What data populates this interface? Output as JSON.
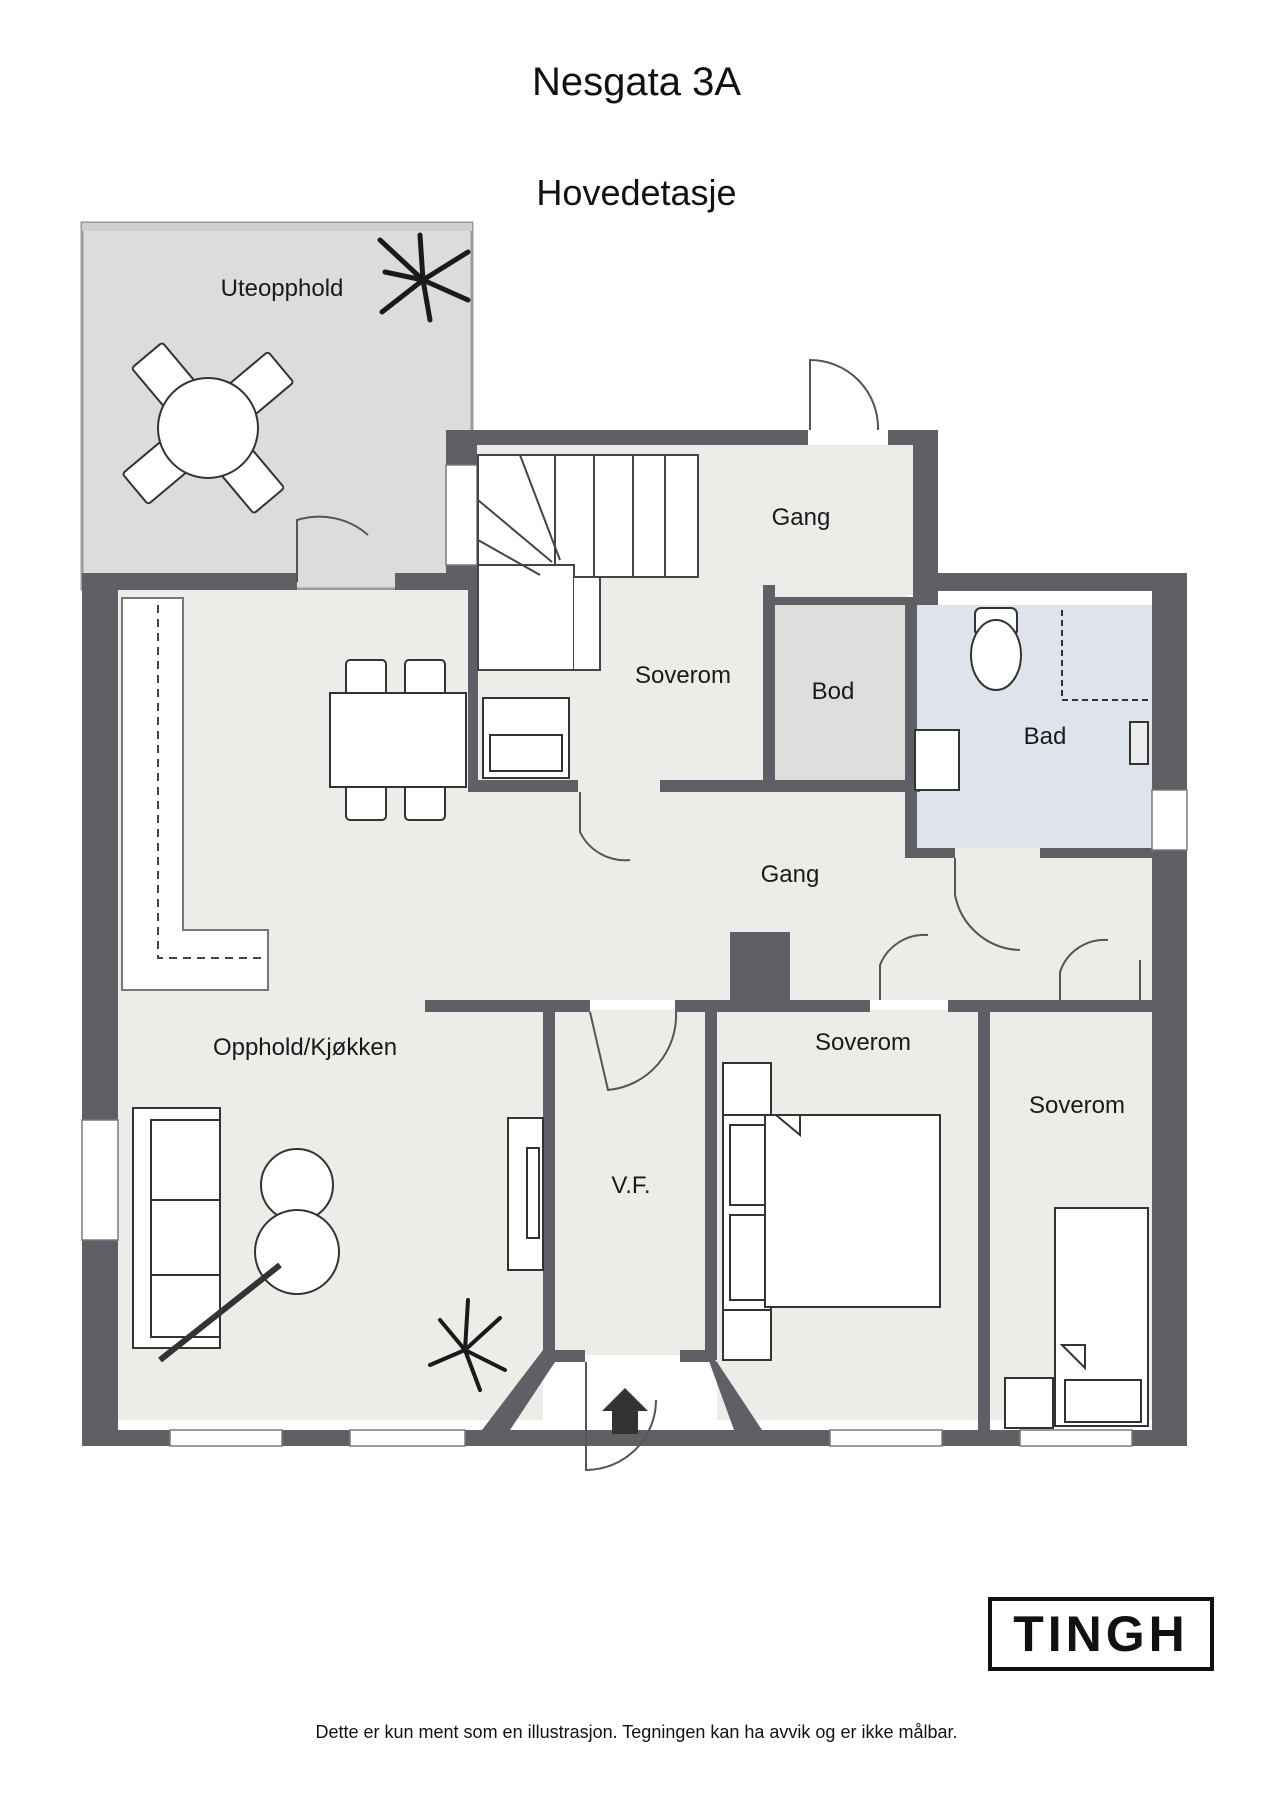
{
  "header": {
    "title": "Nesgata 3A",
    "floor": "Hovedetasje"
  },
  "rooms": {
    "uteopphold": "Uteopphold",
    "gang_top": "Gang",
    "soverom_small": "Soverom",
    "bod": "Bod",
    "bad": "Bad",
    "gang_center": "Gang",
    "opphold_kjokken": "Opphold/Kjøkken",
    "soverom_middle": "Soverom",
    "soverom_right": "Soverom",
    "vf": "V.F."
  },
  "logo": {
    "text": "TINGH"
  },
  "footer": {
    "disclaimer": "Dette er kun ment som en illustrasjon. Tegningen kan ha avvik og er ikke målbar."
  },
  "colors": {
    "wall": "#5f6065",
    "floor": "#ecece8",
    "bath": "#dfe4ec",
    "storage": "#dededd",
    "terrace": "#dcdcdc",
    "furniture_stroke": "#333333"
  }
}
